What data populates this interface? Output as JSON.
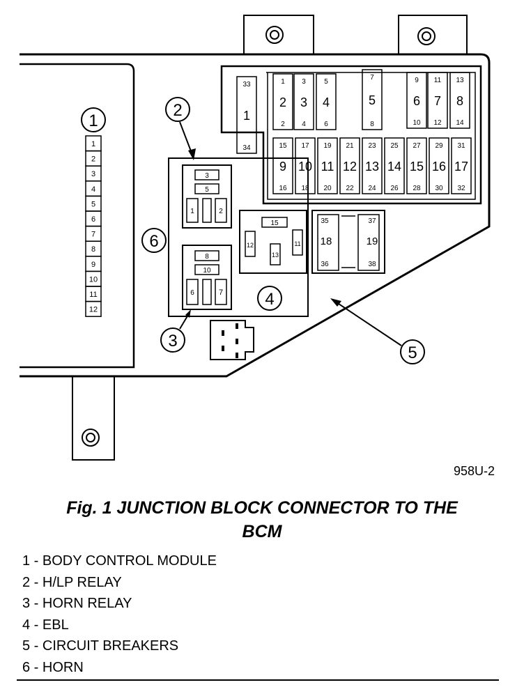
{
  "figure_code": "958U-2",
  "caption": {
    "line1": "Fig. 1 JUNCTION BLOCK CONNECTOR TO THE",
    "line2": "BCM"
  },
  "legend": [
    "1 - BODY CONTROL MODULE",
    "2 - H/LP RELAY",
    "3 - HORN RELAY",
    "4 - EBL",
    "5 - CIRCUIT BREAKERS",
    "6 - HORN"
  ],
  "callouts": [
    "1",
    "2",
    "3",
    "4",
    "5",
    "6"
  ],
  "bcm_connector_pins": [
    "1",
    "2",
    "3",
    "4",
    "5",
    "6",
    "7",
    "8",
    "9",
    "10",
    "11",
    "12"
  ],
  "fuse_labels": {
    "f1": {
      "top": "33",
      "mid": "1",
      "bot": "34"
    },
    "f2": {
      "top": "1",
      "mid": "2",
      "bot": "2"
    },
    "f3": {
      "top": "3",
      "mid": "3",
      "bot": "4"
    },
    "f4": {
      "top": "5",
      "mid": "4",
      "bot": "6"
    },
    "f5": {
      "top": "7",
      "mid": "5",
      "bot": "8"
    },
    "f6": {
      "top": "9",
      "mid": "6",
      "bot": "10"
    },
    "f7": {
      "top": "11",
      "mid": "7",
      "bot": "12"
    },
    "f8": {
      "top": "13",
      "mid": "8",
      "bot": "14"
    },
    "f9": {
      "top": "15",
      "mid": "9",
      "bot": "16"
    },
    "f10": {
      "top": "17",
      "mid": "10",
      "bot": "18"
    },
    "f11": {
      "top": "19",
      "mid": "11",
      "bot": "20"
    },
    "f12": {
      "top": "21",
      "mid": "12",
      "bot": "22"
    },
    "f13": {
      "top": "23",
      "mid": "13",
      "bot": "24"
    },
    "f14": {
      "top": "25",
      "mid": "14",
      "bot": "26"
    },
    "f15": {
      "top": "27",
      "mid": "15",
      "bot": "28"
    },
    "f16": {
      "top": "29",
      "mid": "16",
      "bot": "30"
    },
    "f17": {
      "top": "31",
      "mid": "17",
      "bot": "32"
    },
    "f18": {
      "top": "35",
      "mid": "18",
      "bot": "36"
    },
    "f19": {
      "top": "37",
      "mid": "19",
      "bot": "38"
    }
  },
  "hlp_relay_pins": [
    "3",
    "5",
    "1",
    "2"
  ],
  "horn_relay_pins": [
    "8",
    "10",
    "6",
    "7"
  ],
  "ebl_relay_pins": [
    "15",
    "12",
    "13",
    "11"
  ]
}
